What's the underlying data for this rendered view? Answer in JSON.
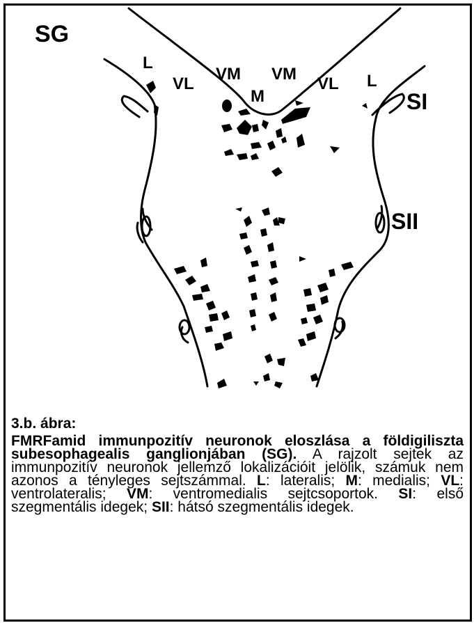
{
  "figure": {
    "labels": {
      "sg": "SG",
      "l_left": "L",
      "vl_left": "VL",
      "vm_left": "VM",
      "m": "M",
      "vm_right": "VM",
      "vl_right": "VL",
      "l_right": "L",
      "si": "SI",
      "sii": "SII"
    }
  },
  "caption": {
    "title": "3.b. ábra:",
    "bold_heading": "FMRFamid immunpozitív neuronok eloszlása a földigiliszta subesophagealis ganglionjában (SG).",
    "text_1": " A rajzolt sejtek az immunpozitív neuronok jellemző lokalizációit jelölik, számuk nem azonos a tényleges sejtszámmal. ",
    "term_l": "L",
    "def_l": ": lateralis; ",
    "term_m": "M",
    "def_m": ": medialis; ",
    "term_vl": "VL",
    "def_vl": ": ventrolateralis; ",
    "term_vm": "VM",
    "def_vm": ": ventromedialis sejtcsoportok. ",
    "term_si": "SI",
    "def_si": ": első szegmentális idegek; ",
    "term_sii": "SII",
    "def_sii": ": hátsó szegmentális idegek."
  }
}
